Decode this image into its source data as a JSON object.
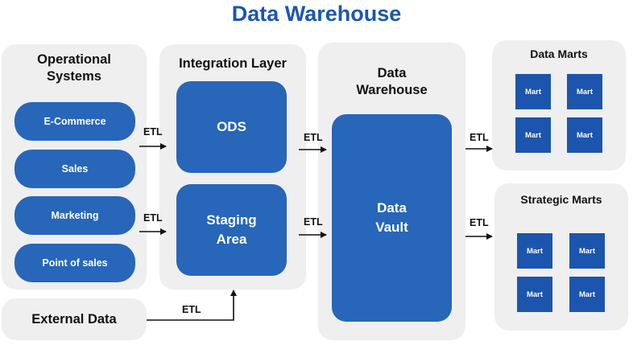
{
  "title": "Data Warehouse",
  "operational": {
    "title": "Operational Systems",
    "items": [
      "E-Commerce",
      "Sales",
      "Marketing",
      "Point of sales"
    ]
  },
  "external": {
    "label": "External Data"
  },
  "integration": {
    "title": "Integration Layer",
    "ods": "ODS",
    "staging": "Staging Area"
  },
  "warehouse": {
    "title": "Data Warehouse",
    "vault": "Data Vault"
  },
  "data_marts": {
    "title": "Data Marts",
    "marts": [
      "Mart",
      "Mart",
      "Mart",
      "Mart"
    ]
  },
  "strategic_marts": {
    "title": "Strategic Marts",
    "marts": [
      "Mart",
      "Mart",
      "Mart",
      "Mart"
    ]
  },
  "connections": {
    "etl_label": "ETL"
  },
  "colors": {
    "title": "#1a56b0",
    "box": "#2766b9",
    "mart": "#1c55ad",
    "panel": "#efefef"
  }
}
